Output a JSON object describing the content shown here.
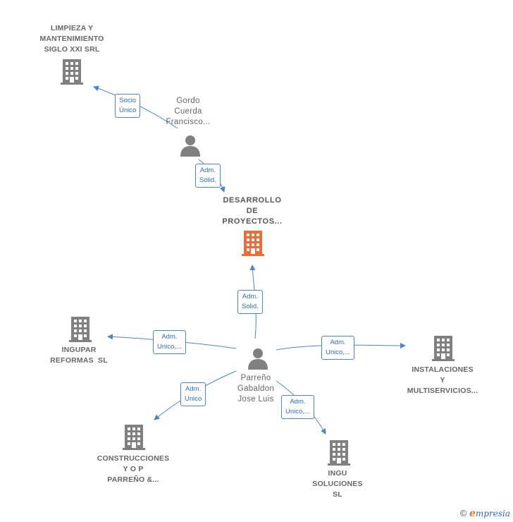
{
  "nodes": {
    "limpieza": {
      "lines": [
        "LIMPIEZA Y",
        "MANTENIMIENTO",
        "SIGLO XXI SRL"
      ]
    },
    "gordo": {
      "lines": [
        "Gordo",
        "Cuerda",
        "Francisco..."
      ]
    },
    "desarrollo": {
      "lines": [
        "DESARROLLO",
        "DE",
        "PROYECTOS..."
      ]
    },
    "ingupar": {
      "lines": [
        "INGUPAR",
        "REFORMAS  SL"
      ]
    },
    "parreno": {
      "lines": [
        "Parreño",
        "Gabaldon",
        "Jose Luis"
      ]
    },
    "instalaciones": {
      "lines": [
        "INSTALACIONES",
        "Y",
        "MULTISERVICIOS..."
      ]
    },
    "construcciones": {
      "lines": [
        "CONSTRUCCIONES",
        "Y O P",
        "PARREÑO &..."
      ]
    },
    "ingu": {
      "lines": [
        "INGU",
        "SOLUCIONES",
        "SL"
      ]
    }
  },
  "edges": {
    "socio_unico": {
      "lines": [
        "Socio",
        "Único"
      ]
    },
    "gordo_adm": {
      "lines": [
        "Adm.",
        "Solid."
      ]
    },
    "parreno_adm": {
      "lines": [
        "Adm.",
        "Solid."
      ]
    },
    "ingupar_adm": {
      "lines": [
        "Adm.",
        "Unico,..."
      ]
    },
    "instalaciones_adm": {
      "lines": [
        "Adm.",
        "Unico,..."
      ]
    },
    "construcciones_adm": {
      "lines": [
        "Adm.",
        "Unico"
      ]
    },
    "ingu_adm": {
      "lines": [
        "Adm.",
        "Unico,..."
      ]
    }
  },
  "colors": {
    "company_icon": "#808080",
    "focus_icon": "#f06a35",
    "person_icon": "#808080",
    "edge": "#4a86c8"
  },
  "footer": {
    "copyright": "©",
    "brand_initial": "e",
    "brand_rest": "mpresia"
  }
}
